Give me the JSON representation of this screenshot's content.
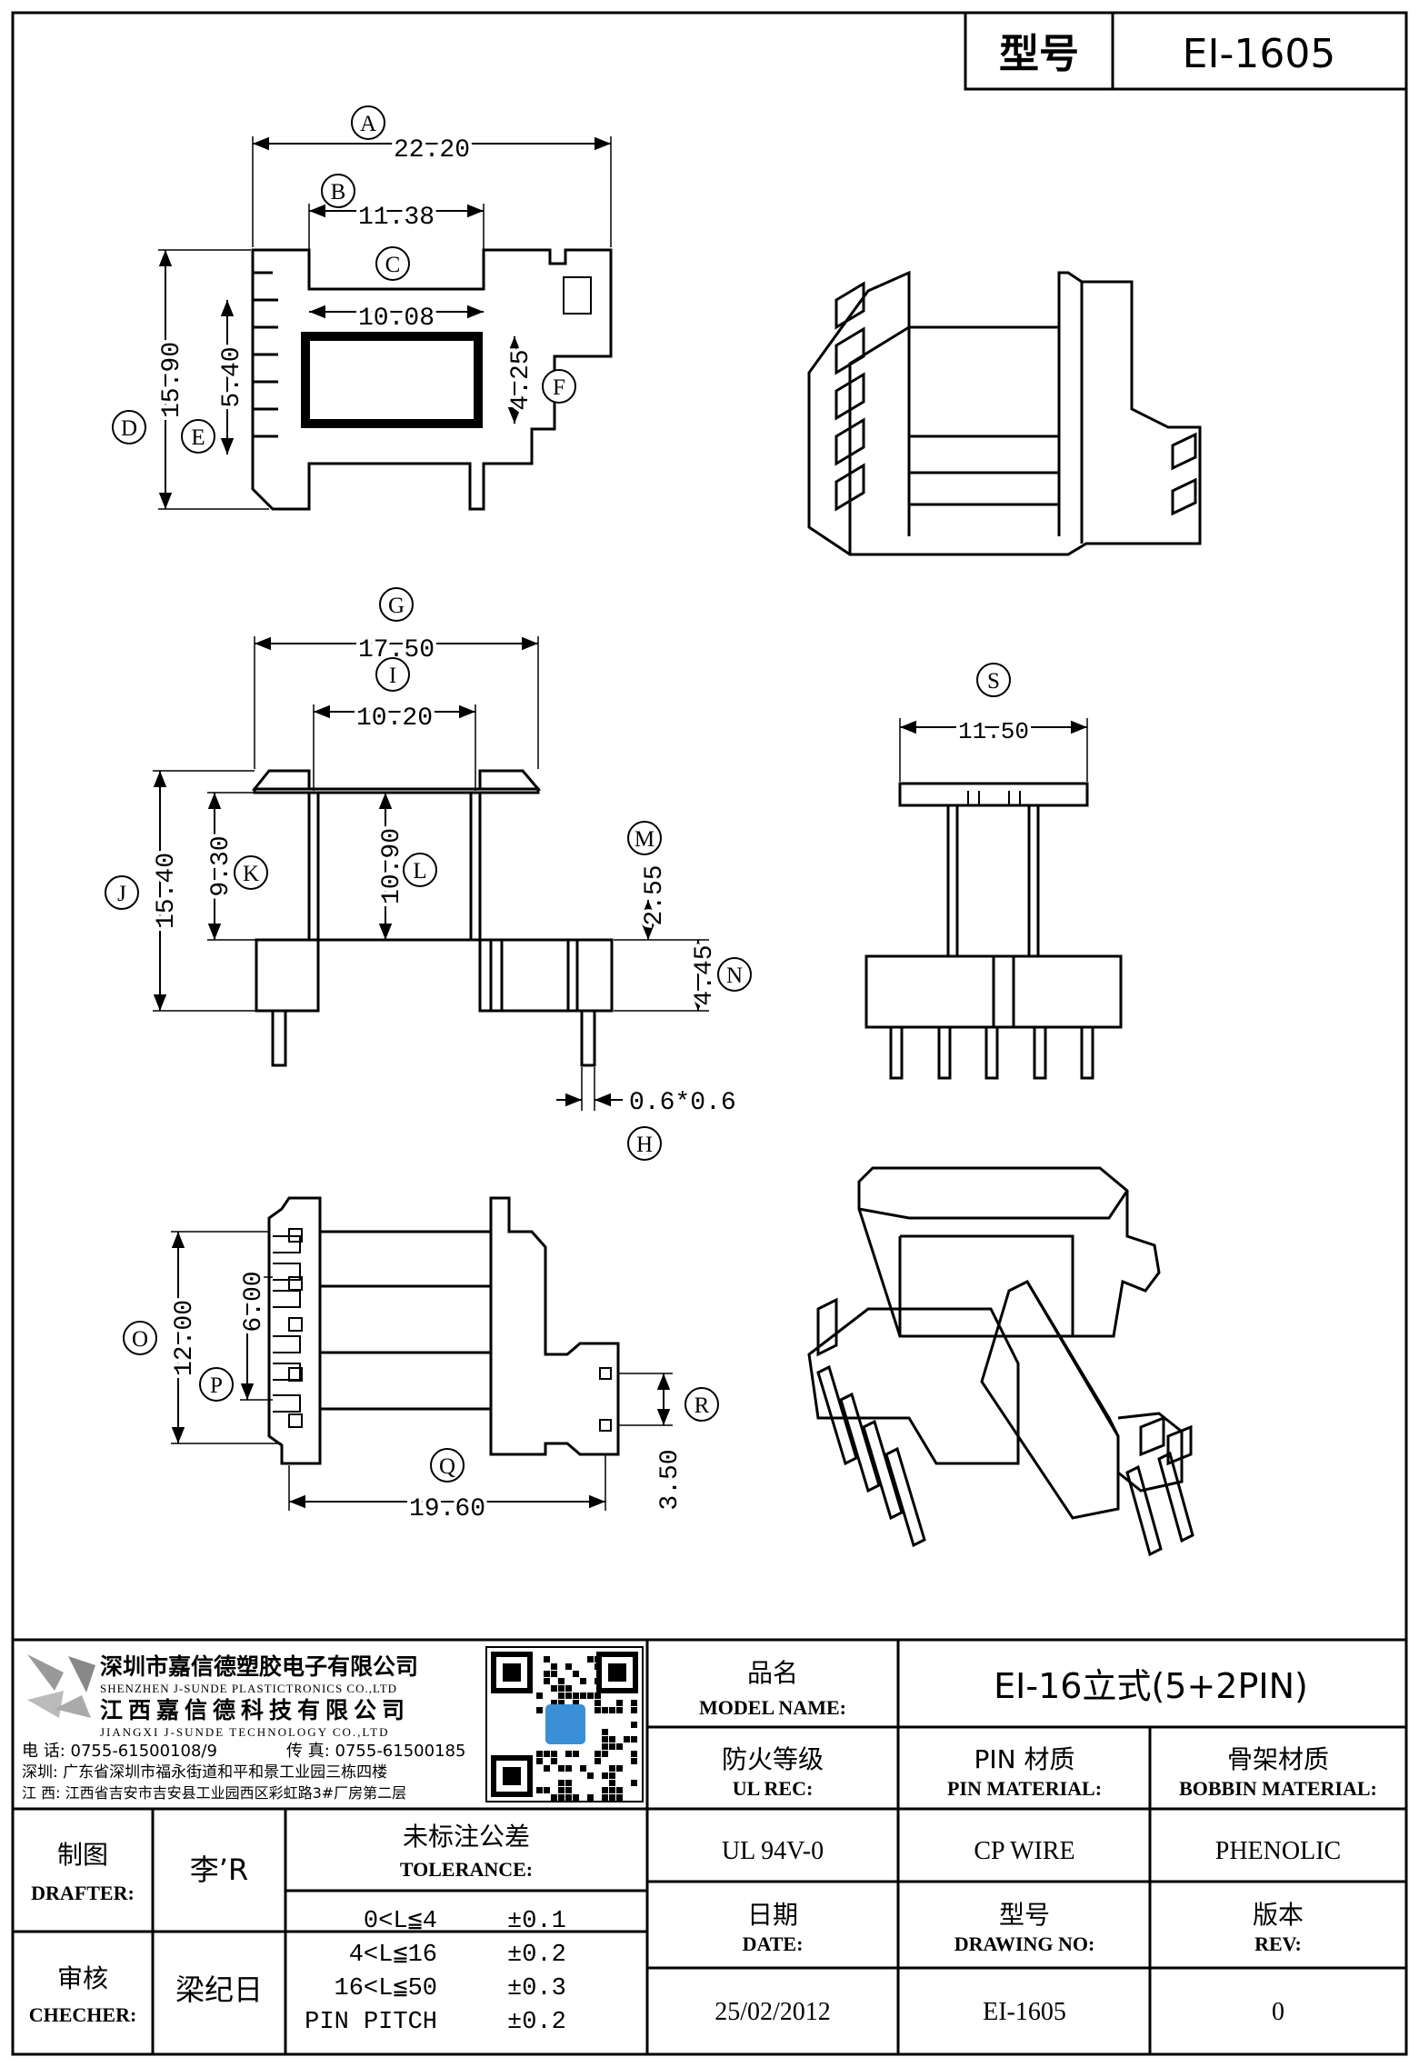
{
  "header": {
    "model_label": "型号",
    "model_value": "EI-1605"
  },
  "dims": {
    "A": "22.20",
    "B": "11.38",
    "C": "10.08",
    "D": "15.90",
    "E": "5.40",
    "F": "4.25",
    "G": "17.50",
    "I": "10.20",
    "J": "15.40",
    "K": "9.30",
    "L": "10.90",
    "M": "2.55",
    "N": "4.45",
    "H": "0.6*0.6",
    "S": "11.50",
    "O": "12.00",
    "P": "6.00",
    "Q": "19.60",
    "R": "3.50"
  },
  "callouts": [
    "A",
    "B",
    "C",
    "D",
    "E",
    "F",
    "G",
    "I",
    "J",
    "K",
    "L",
    "M",
    "N",
    "H",
    "S",
    "O",
    "P",
    "Q",
    "R"
  ],
  "company": {
    "name_sz": "深圳市嘉信德塑胶电子有限公司",
    "name_sz_en": "SHENZHEN J-SUNDE PLASTICTRONICS CO.,LTD",
    "name_jx": "江西嘉信德科技有限公司",
    "name_jx_en": "JIANGXI J-SUNDE TECHNOLOGY CO.,LTD",
    "phone": "电 话: 0755-61500108/9",
    "fax": "传 真: 0755-61500185",
    "addr_sz": "深圳: 广东省深圳市福永街道和平和景工业园三栋四楼",
    "addr_jx": "江 西: 江西省吉安市吉安县工业园西区彩虹路3#厂房第二层"
  },
  "title_block": {
    "product_name_cn": "品名",
    "product_name_en": "MODEL NAME:",
    "product_name_value": "EI-16立式(5+2PIN)",
    "ul_cn": "防火等级",
    "ul_en": "UL REC:",
    "ul_value": "UL 94V-0",
    "pin_cn": "PIN 材质",
    "pin_en": "PIN MATERIAL:",
    "pin_value": "CP WIRE",
    "bobbin_cn": "骨架材质",
    "bobbin_en": "BOBBIN MATERIAL:",
    "bobbin_value": "PHENOLIC",
    "drafter_cn": "制图",
    "drafter_en": "DRAFTER:",
    "drafter_value": "李’R",
    "checker_cn": "审核",
    "checker_en": "CHECHER:",
    "checker_value": "梁纪日",
    "tol_cn": "未标注公差",
    "tol_en": "TOLERANCE:",
    "tolerances": [
      {
        "range": "0<L≦4",
        "value": "±0.1"
      },
      {
        "range": "4<L≦16",
        "value": "±0.2"
      },
      {
        "range": "16<L≦50",
        "value": "±0.3"
      },
      {
        "range": "PIN PITCH",
        "value": "±0.2"
      }
    ],
    "date_cn": "日期",
    "date_en": "DATE:",
    "date_value": "25/02/2012",
    "dwg_cn": "型号",
    "dwg_en": "DRAWING NO:",
    "dwg_value": "EI-1605",
    "rev_cn": "版本",
    "rev_en": "REV:",
    "rev_value": "0"
  }
}
